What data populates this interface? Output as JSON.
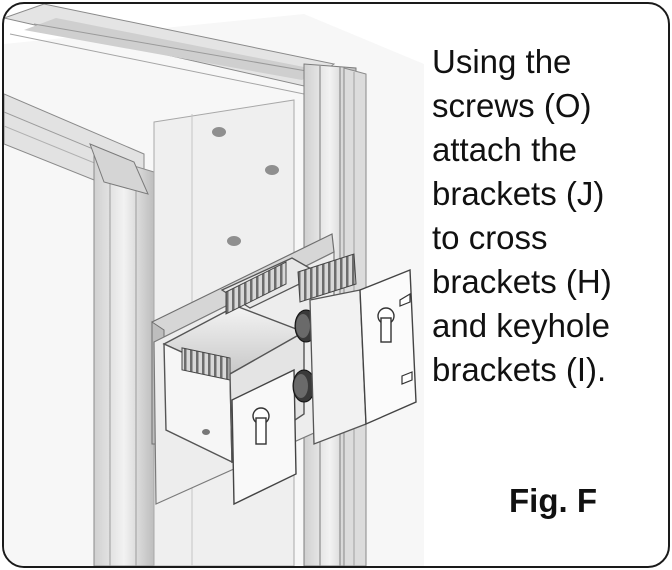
{
  "instruction": {
    "lines": [
      "Using the",
      "screws (O)",
      "attach the",
      "brackets (J)",
      "to cross",
      "brackets (H)",
      "and keyhole",
      "brackets (I)."
    ]
  },
  "figure_label": "Fig. F",
  "colors": {
    "border": "#1a1a1a",
    "text": "#111111",
    "frame_light": "#e6e6e6",
    "frame_mid": "#c4c4c4",
    "frame_dark": "#7a7a7a"
  }
}
